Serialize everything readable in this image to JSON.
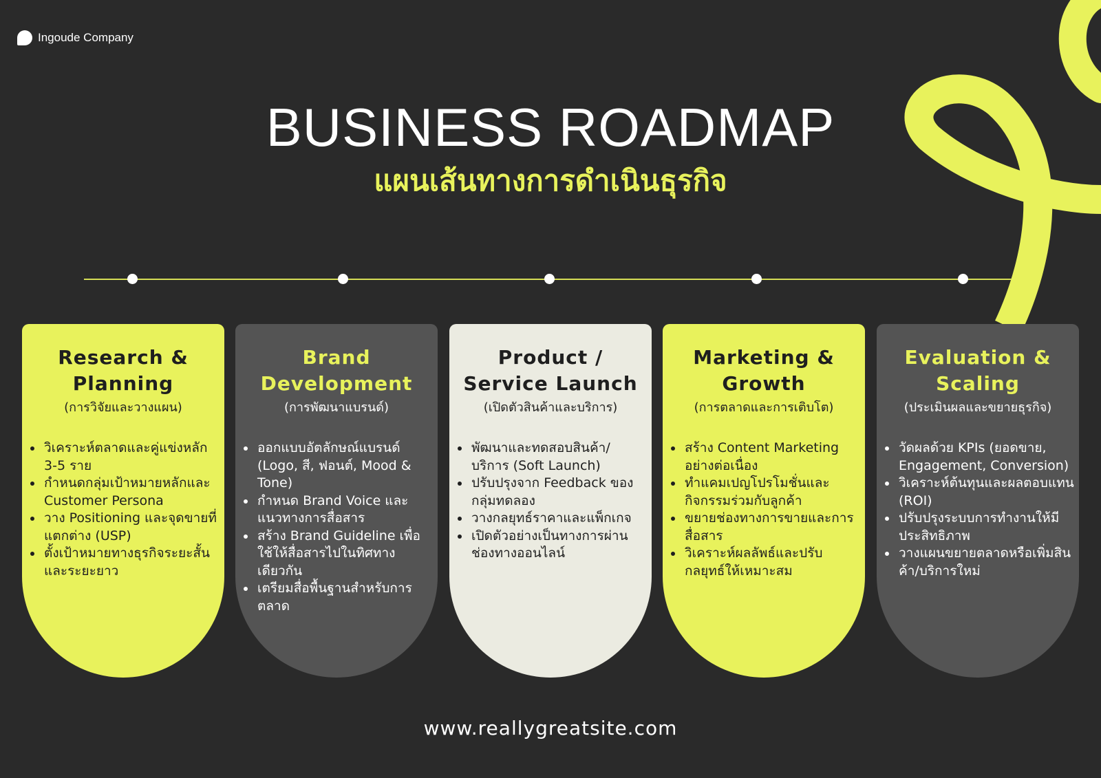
{
  "brand": {
    "name": "Ingoude Company",
    "logo_icon": "leaf-icon"
  },
  "title": "BUSINESS ROADMAP",
  "subtitle": "แผนเส้นทางการดำเนินธุรกิจ",
  "colors": {
    "background": "#2a2a2a",
    "accent": "#e8f25c",
    "gray_card": "#545454",
    "cream_card": "#ebebe1"
  },
  "stages": [
    {
      "title": "Research & Planning",
      "subtitle": "(การวิจัยและวางแผน)",
      "bullets": [
        "วิเคราะห์ตลาดและคู่แข่งหลัก 3-5 ราย",
        "กำหนดกลุ่มเป้าหมายหลักและ Customer Persona",
        "วาง Positioning และจุดขายที่แตกต่าง (USP)",
        "ตั้งเป้าหมายทางธุรกิจระยะสั้นและระยะยาว"
      ]
    },
    {
      "title": "Brand Development",
      "subtitle": "(การพัฒนาแบรนด์)",
      "bullets": [
        "ออกแบบอัตลักษณ์แบรนด์ (Logo, สี, ฟอนต์, Mood & Tone)",
        "กำหนด Brand Voice และแนวทางการสื่อสาร",
        "สร้าง Brand Guideline เพื่อใช้ให้สื่อสารไปในทิศทางเดียวกัน",
        "เตรียมสื่อพื้นฐานสำหรับการตลาด"
      ]
    },
    {
      "title": "Product / Service Launch",
      "subtitle": "(เปิดตัวสินค้าและบริการ)",
      "bullets": [
        "พัฒนาและทดสอบสินค้า/บริการ (Soft Launch)",
        "ปรับปรุงจาก Feedback ของกลุ่มทดลอง",
        "วางกลยุทธ์ราคาและแพ็กเกจ",
        "เปิดตัวอย่างเป็นทางการผ่านช่องทางออนไลน์"
      ]
    },
    {
      "title": "Marketing & Growth",
      "subtitle": "(การตลาดและการเติบโต)",
      "bullets": [
        "สร้าง Content Marketing อย่างต่อเนื่อง",
        "ทำแคมเปญโปรโมชั่นและกิจกรรมร่วมกับลูกค้า",
        "ขยายช่องทางการขายและการสื่อสาร",
        "วิเคราะห์ผลลัพธ์และปรับกลยุทธ์ให้เหมาะสม"
      ]
    },
    {
      "title": "Evaluation & Scaling",
      "subtitle": "(ประเมินผลและขยายธุรกิจ)",
      "bullets": [
        "วัดผลด้วย KPIs (ยอดขาย, Engagement, Conversion)",
        "วิเคราะห์ต้นทุนและผลตอบแทน (ROI)",
        "ปรับปรุงระบบการทำงานให้มีประสิทธิภาพ",
        "วางแผนขยายตลาดหรือเพิ่มสินค้า/บริการใหม่"
      ]
    }
  ],
  "footer": {
    "website": "www.reallygreatsite.com"
  }
}
